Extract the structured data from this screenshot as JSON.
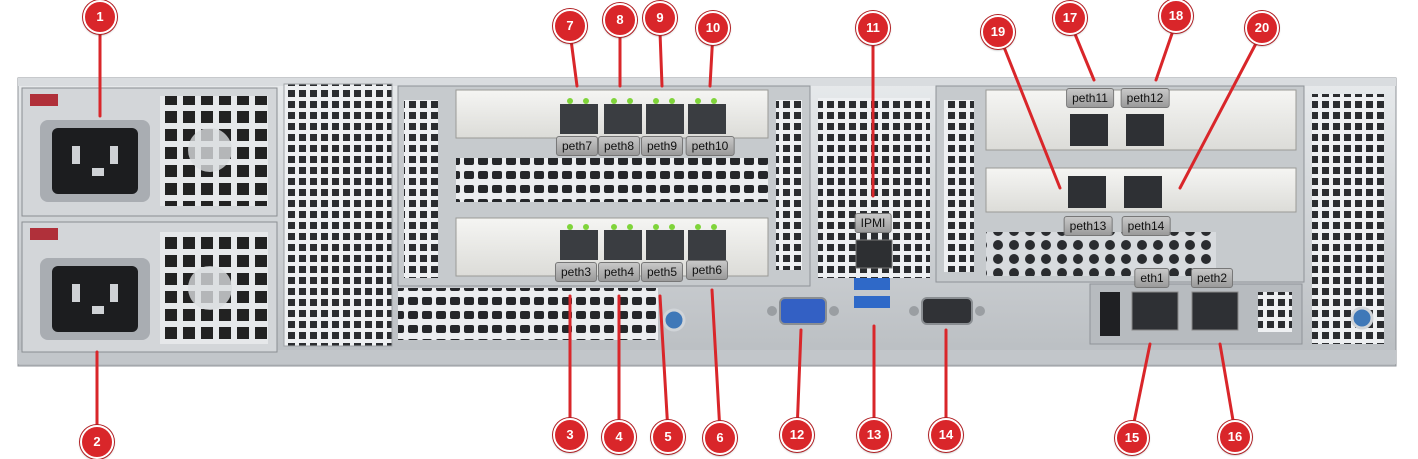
{
  "colors": {
    "callout": "#d9262a",
    "chassis": "#c9cdd1",
    "label_bg": "#a8a8a8"
  },
  "port_labels": [
    {
      "id": "peth7",
      "text": "peth7"
    },
    {
      "id": "peth8",
      "text": "peth8"
    },
    {
      "id": "peth9",
      "text": "peth9"
    },
    {
      "id": "peth10",
      "text": "peth10"
    },
    {
      "id": "peth3",
      "text": "peth3"
    },
    {
      "id": "peth4",
      "text": "peth4"
    },
    {
      "id": "peth5",
      "text": "peth5"
    },
    {
      "id": "peth6",
      "text": "peth6"
    },
    {
      "id": "ipmi",
      "text": "IPMI"
    },
    {
      "id": "peth11",
      "text": "peth11"
    },
    {
      "id": "peth12",
      "text": "peth12"
    },
    {
      "id": "peth13",
      "text": "peth13"
    },
    {
      "id": "peth14",
      "text": "peth14"
    },
    {
      "id": "eth1",
      "text": "eth1"
    },
    {
      "id": "peth2",
      "text": "peth2"
    }
  ],
  "callouts": [
    "1",
    "2",
    "3",
    "4",
    "5",
    "6",
    "7",
    "8",
    "9",
    "10",
    "11",
    "12",
    "13",
    "14",
    "15",
    "16",
    "17",
    "18",
    "19",
    "20"
  ]
}
